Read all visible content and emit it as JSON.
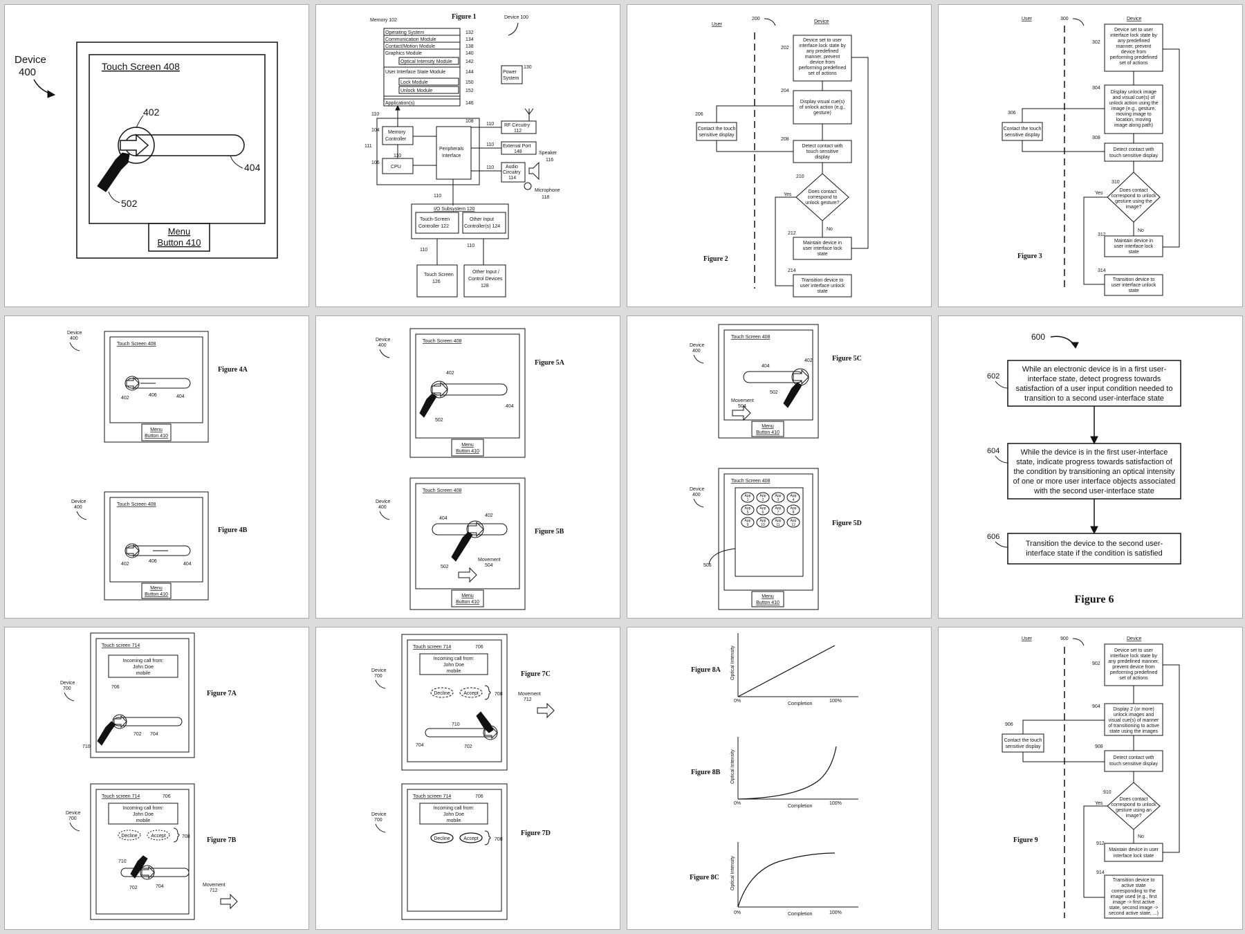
{
  "panels": {
    "p1": {
      "device": "Device",
      "device_num": "400",
      "screen": "Touch Screen 408",
      "n402": "402",
      "n404": "404",
      "n502": "502",
      "menu1": "Menu",
      "menu2": "Button 410"
    },
    "p2": {
      "title": "Figure 1",
      "memory": "Memory 102",
      "device": "Device 100",
      "modules": [
        "Operating System",
        "Communication Module",
        "Contact/Motion Module",
        "Graphics Module",
        "Optical Intensity Module",
        "User Interface State Module",
        "Lock Module",
        "Unlock Module",
        "Application(s)"
      ],
      "module_nums": [
        "132",
        "134",
        "138",
        "140",
        "142",
        "144",
        "150",
        "152",
        "146"
      ],
      "power": [
        "Power",
        "System"
      ],
      "power_num": "130",
      "memctrl": [
        "Memory",
        "Controller"
      ],
      "n104": "104",
      "cpu": "CPU",
      "n106": "106",
      "periph": [
        "Peripherals",
        "Interface"
      ],
      "n108": "108",
      "n110": "110",
      "n111": "111",
      "rf": [
        "RF Circuitry",
        "112"
      ],
      "ext": [
        "External Port",
        "148"
      ],
      "audio": [
        "Audio",
        "Circuitry",
        "114"
      ],
      "speaker": [
        "Speaker",
        "116"
      ],
      "mic": [
        "Microphone",
        "118"
      ],
      "io": "I/O Subsystem 120",
      "tsc": [
        "Touch-Screen",
        "Controller 122"
      ],
      "oic": [
        "Other Input",
        "Controller(s) 124"
      ],
      "ts": [
        "Touch Screen",
        "126"
      ],
      "oid": [
        "Other Input /",
        "Control Devices",
        "128"
      ]
    },
    "p3": {
      "user": "User",
      "devicecol": "Device",
      "num": "200",
      "title": "Figure 2",
      "b202": [
        "Device set to user",
        "interface lock state by",
        "any predefined",
        "manner, prevent",
        "device from",
        "performing predefined",
        "set of actions"
      ],
      "n202": "202",
      "b204": [
        "Display visual cue(s)",
        "of unlock action (e.g.,",
        "gesture)"
      ],
      "n204": "204",
      "b206": [
        "Contact the touch",
        "sensitive display"
      ],
      "n206": "206",
      "b208": [
        "Detect contact with",
        "touch sensitive",
        "display"
      ],
      "n208": "208",
      "b210": [
        "Does contact",
        "correspond to",
        "unlock gesture?"
      ],
      "n210": "210",
      "yes": "Yes",
      "no": "No",
      "b212": [
        "Maintain device in",
        "user interface lock",
        "state"
      ],
      "n212": "212",
      "b214": [
        "Transition device to",
        "user interface unlock",
        "state"
      ],
      "n214": "214"
    },
    "p4": {
      "user": "User",
      "devicecol": "Device",
      "num": "300",
      "title": "Figure 3",
      "b302": [
        "Device set to user",
        "interface lock state by",
        "any predefined",
        "manner, prevent",
        "device from",
        "performing predefined",
        "set of actions"
      ],
      "n302": "302",
      "b304": [
        "Display unlock image",
        "and visual cue(s) of",
        "unlock action using the",
        "image (e.g., gesture,",
        "moving image to",
        "location, moving",
        "image along path)"
      ],
      "n304": "304",
      "b306": [
        "Contact the touch",
        "sensitive display"
      ],
      "n306": "306",
      "b308": [
        "Detect contact with",
        "touch sensitive display"
      ],
      "n308": "308",
      "b310": [
        "Does contact",
        "correspond to unlock",
        "gesture using the",
        "image?"
      ],
      "n310": "310",
      "yes": "Yes",
      "no": "No",
      "b312": [
        "Maintain device in",
        "user interface lock",
        "state"
      ],
      "n312": "312",
      "b314": [
        "Transition device to",
        "user interface unlock",
        "state"
      ],
      "n314": "314"
    },
    "p5": {
      "device": "Device",
      "device_num": "400",
      "screen": "Touch Screen 408",
      "figA": "Figure 4A",
      "figB": "Figure 4B",
      "n402": "402",
      "n404": "404",
      "n406": "406",
      "menu1": "Menu",
      "menu2": "Button 410"
    },
    "p6": {
      "device": "Device",
      "device_num": "400",
      "screen": "Touch Screen 408",
      "figA": "Figure 5A",
      "figB": "Figure 5B",
      "n402": "402",
      "n404": "404",
      "n502": "502",
      "movement": "Movement",
      "n504": "504",
      "menu1": "Menu",
      "menu2": "Button 410"
    },
    "p7": {
      "device": "Device",
      "device_num": "400",
      "screen": "Touch Screen 408",
      "figC": "Figure 5C",
      "figD": "Figure 5D",
      "n402": "402",
      "n404": "404",
      "n502": "502",
      "movement": "Movement",
      "n504": "504",
      "n506": "506",
      "menu1": "Menu",
      "menu2": "Button 410",
      "app": "App",
      "apps": [
        "1",
        "2",
        "3",
        "4",
        "5",
        "6",
        "7",
        "8",
        "9",
        "10",
        "11",
        "12"
      ]
    },
    "p8": {
      "num": "600",
      "title": "Figure 6",
      "b602": [
        "While an electronic device is in a first user-",
        "interface state, detect progress towards",
        "satisfaction of a user input condition needed to",
        "transition to a second user-interface state"
      ],
      "n602": "602",
      "b604": [
        "While the device is in the first user-interface",
        "state, indicate progress towards satisfaction of",
        "the condition by transitioning an optical intensity",
        "of one or more user interface objects associated",
        "with the second user-interface state"
      ],
      "n604": "604",
      "b606": [
        "Transition the device to the second user-",
        "interface state if the condition is satisfied"
      ],
      "n606": "606"
    },
    "p9": {
      "device": "Device",
      "device_num": "700",
      "screen": "Touch screen 714",
      "figA": "Figure 7A",
      "figB": "Figure 7B",
      "call": [
        "Incoming call from:",
        "John Doe",
        "mobile"
      ],
      "n706": "706",
      "n702": "702",
      "n704": "704",
      "n710": "710",
      "n708": "708",
      "decline": "Decline",
      "accept": "Accept",
      "movement": "Movement",
      "n712": "712"
    },
    "p10": {
      "device": "Device",
      "device_num": "700",
      "screen": "Touch screen 714",
      "figC": "Figure 7C",
      "figD": "Figure 7D",
      "call": [
        "Incoming call from:",
        "John Doe",
        "mobile"
      ],
      "n706": "706",
      "n702": "702",
      "n704": "704",
      "n710": "710",
      "n708": "708",
      "decline": "Decline",
      "accept": "Accept",
      "movement": "Movement",
      "n712": "712"
    },
    "p11": {
      "figA": "Figure 8A",
      "figB": "Figure 8B",
      "figC": "Figure 8C",
      "ylabel": "Optical Intensity",
      "xlabel": "Completion",
      "x0": "0%",
      "x1": "100%"
    },
    "p12": {
      "user": "User",
      "devicecol": "Device",
      "num": "900",
      "title": "Figure 9",
      "b902": [
        "Device set to user",
        "interface lock state by",
        "any predefined manner,",
        "prevent device from",
        "performing predefined",
        "set of actions"
      ],
      "n902": "902",
      "b904": [
        "Display 2 (or more)",
        "unlock images and",
        "visual cue(s) of manner",
        "of transitioning to active",
        "state using the images"
      ],
      "n904": "904",
      "b906": [
        "Contact the touch",
        "sensitive display"
      ],
      "n906": "906",
      "b908": [
        "Detect contact with",
        "touch sensitive display"
      ],
      "n908": "908",
      "b910": [
        "Does contact",
        "correspond to unlock",
        "gesture using an",
        "image?"
      ],
      "n910": "910",
      "yes": "Yes",
      "no": "No",
      "b912": [
        "Maintain device in user",
        "interface lock state"
      ],
      "n912": "912",
      "b914": [
        "Transition device to",
        "active state",
        "corresponding to the",
        "image used (e.g., first",
        "image -> first active",
        "state, second image ->",
        "second active state, ...)"
      ],
      "n914": "914"
    }
  }
}
